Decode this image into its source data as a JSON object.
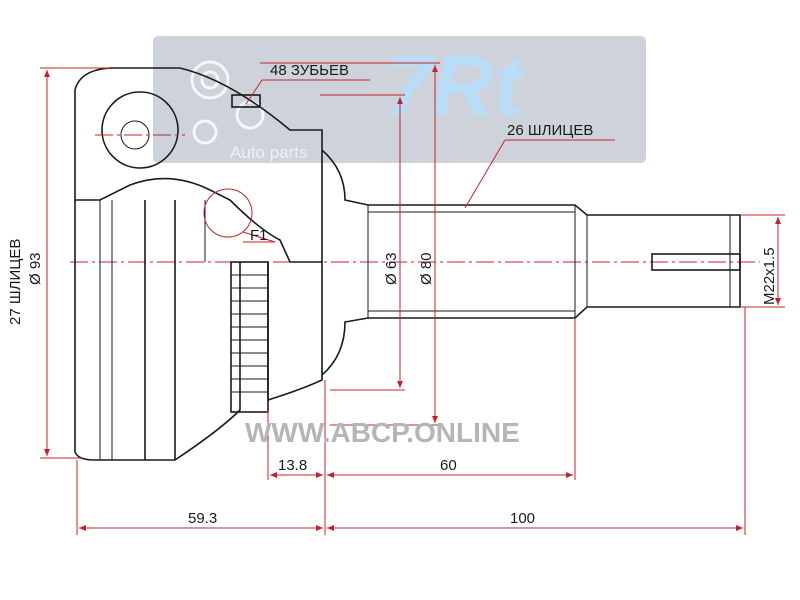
{
  "watermark": {
    "logo": "7Rt",
    "subtitle": "Auto parts",
    "site": "WWW.ABCP.ONLINE",
    "panel_color": "#c9cdd6",
    "logo_color": "#b9dcf7"
  },
  "labels": {
    "teeth": "48 ЗУБЬЕВ",
    "outer_splines": "26 ШЛИЦЕВ",
    "detail": "F1",
    "inner_splines": "27 ШЛИЦЕВ",
    "dia_93": "Ø 93",
    "dia_63": "Ø 63",
    "dia_80": "Ø 80",
    "thread": "M22x1.5"
  },
  "dimensions": {
    "d1": "13.8",
    "d2": "60",
    "d3": "59.3",
    "d4": "100"
  },
  "colors": {
    "dimension": "#c8202a",
    "outline": "#1a1a1a"
  }
}
